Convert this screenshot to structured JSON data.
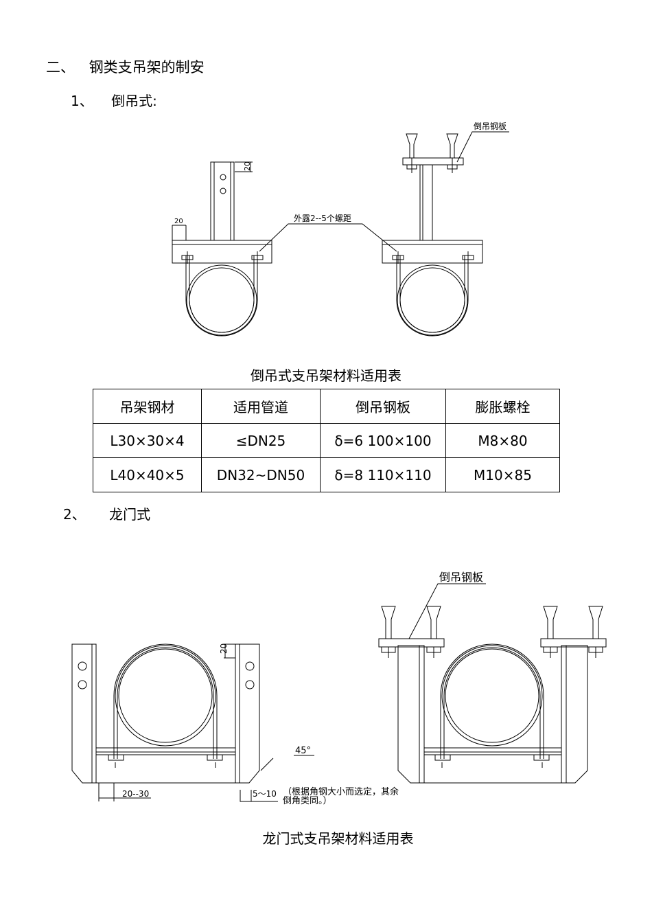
{
  "section": {
    "num": "二、",
    "title": "钢类支吊架的制安"
  },
  "sub1": {
    "num": "1、",
    "title": "倒吊式:"
  },
  "fig1": {
    "label_plate": "倒吊钢板",
    "label_bolts": "外露2--5个螺距",
    "dim_20_top": "20",
    "dim_20_left": "20"
  },
  "table1": {
    "caption": "倒吊式支吊架材料适用表",
    "headers": [
      "吊架钢材",
      "适用管道",
      "倒吊钢板",
      "膨胀螺栓"
    ],
    "rows": [
      [
        "L30×30×4",
        "≤DN25",
        "δ=6  100×100",
        "M8×80"
      ],
      [
        "L40×40×5",
        "DN32~DN50",
        "δ=8  110×110",
        "M10×85"
      ]
    ]
  },
  "sub2": {
    "num": "2、",
    "title": "龙门式"
  },
  "fig2": {
    "label_plate": "倒吊钢板",
    "dim_20": "20",
    "dim_45": "45°",
    "dim_20_30": "20--30",
    "dim_5_10": "5～10",
    "note": "（根据角钢大小而选定，其余倒角类同。）"
  },
  "table2": {
    "caption": "龙门式支吊架材料适用表"
  }
}
